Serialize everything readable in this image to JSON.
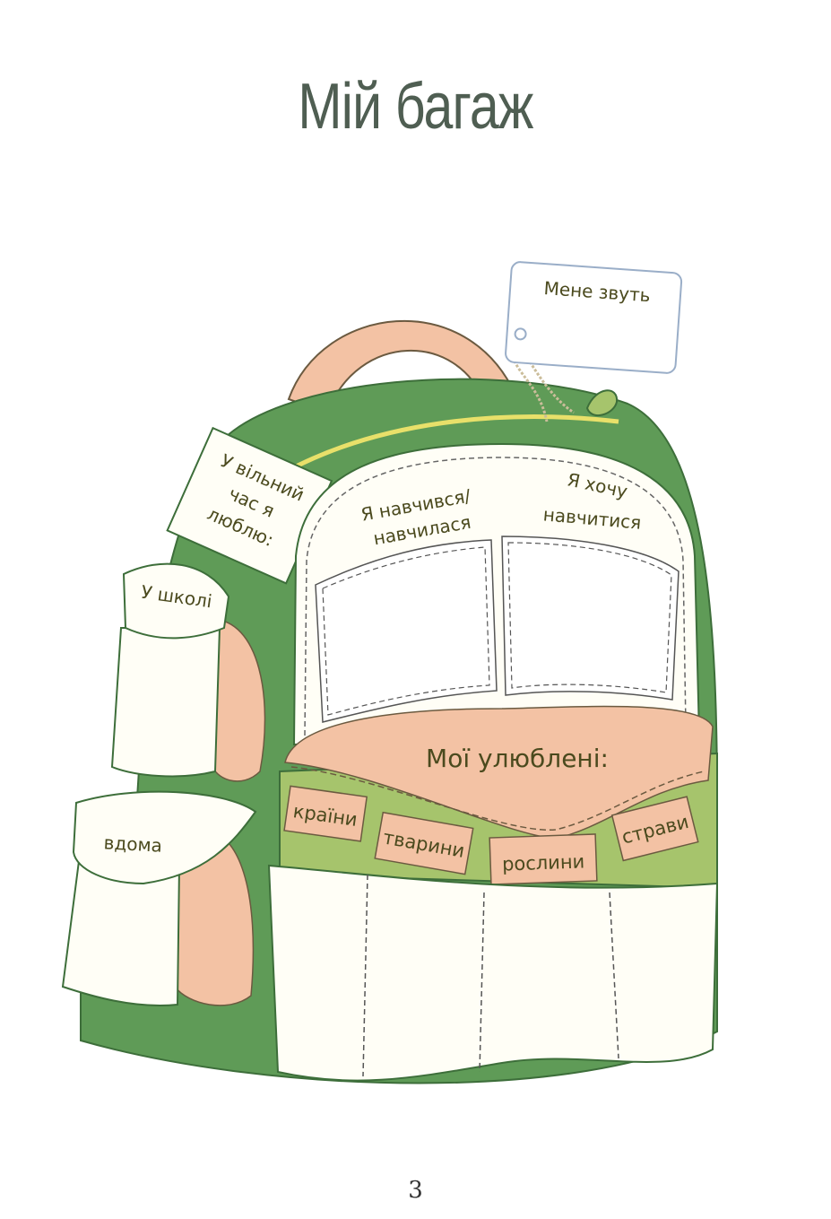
{
  "title": "Мій багаж",
  "name_tag": {
    "label": "Мене звуть"
  },
  "free_time": {
    "line1": "У вільний",
    "line2": "час я",
    "line3": "люблю:"
  },
  "side_pockets": {
    "school": "У школі",
    "home": "вдома"
  },
  "front_panel": {
    "learned_line1": "Я навчився/",
    "learned_line2": "навчилася",
    "want_line1": "Я хочу",
    "want_line2": "навчитися"
  },
  "favorites": {
    "heading": "Мої улюблені:",
    "categories": [
      "країни",
      "тварини",
      "рослини",
      "страви"
    ]
  },
  "page_number": "3",
  "colors": {
    "dark_green": "#5f9b57",
    "light_green": "#a6c46c",
    "peach": "#f3c2a4",
    "cream": "#fffef6",
    "zipper": "#e8e06a"
  }
}
